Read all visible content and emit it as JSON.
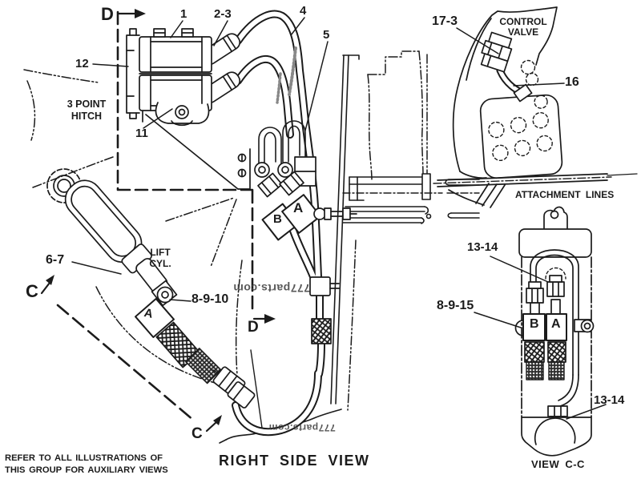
{
  "view": {
    "main_caption": "RIGHT SIDE VIEW",
    "detail_caption": "VIEW C-C",
    "footnote": [
      "REFER TO ALL ILLUSTRATIONS OF",
      "THIS GROUP FOR AUXILIARY VIEWS"
    ]
  },
  "annotations": {
    "three_point_hitch_line1": "3 POINT",
    "three_point_hitch_line2": "HITCH",
    "lift_cyl_line1": "LIFT",
    "lift_cyl_line2": "CYL.",
    "control_valve_line1": "CONTROL",
    "control_valve_line2": "VALVE",
    "attachment_lines": "ATTACHMENT LINES"
  },
  "callouts": {
    "c1": "1",
    "c2_3": "2-3",
    "c4": "4",
    "c5": "5",
    "c12": "12",
    "c11": "11",
    "c6_7": "6-7",
    "c8_9_10": "8-9-10",
    "c17_3": "17-3",
    "c16": "16",
    "c13_14_top": "13-14",
    "c8_9_15": "8-9-15",
    "c13_14_bottom": "13-14"
  },
  "ports": {
    "main_a": "A",
    "main_b": "B",
    "lift_a": "A",
    "cc_a": "A",
    "cc_b": "B"
  },
  "sections": {
    "d_top": "D",
    "d_bottom": "D",
    "c_top": "C",
    "c_bottom": "C"
  },
  "watermark": "777parts.com",
  "colors": {
    "ink": "#1b1b1b",
    "paper": "#ffffff",
    "watermark": "#3c3c3c"
  }
}
